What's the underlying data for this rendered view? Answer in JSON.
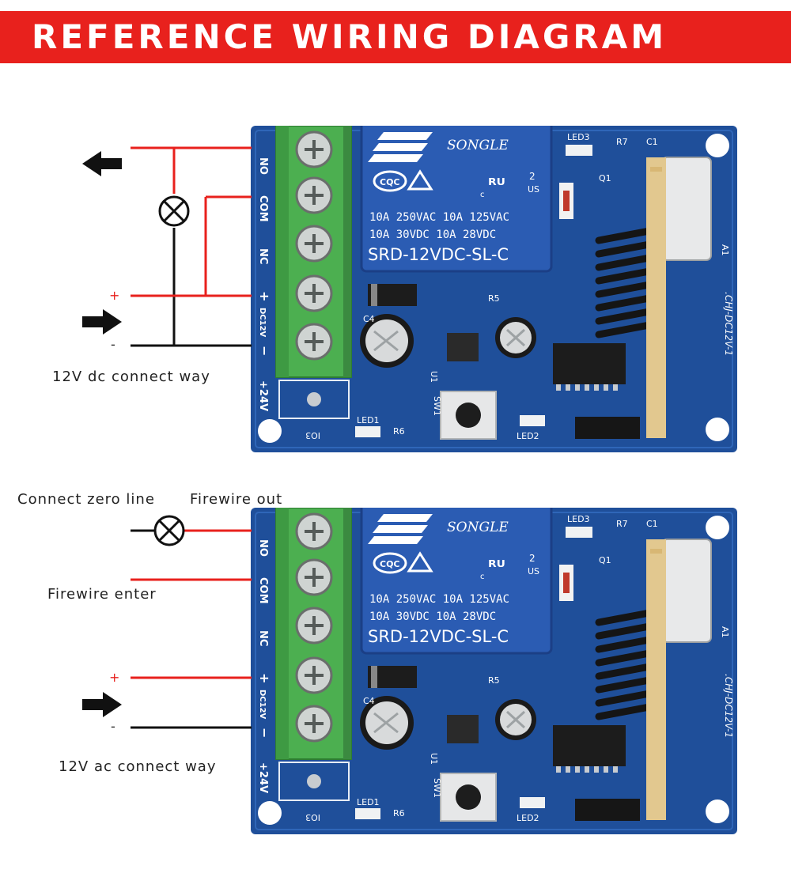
{
  "header": {
    "title": "REFERENCE WIRING DIAGRAM"
  },
  "colors": {
    "banner": "#e8211d",
    "wire_positive": "#e8211d",
    "wire_negative": "#111111",
    "pcb": "#1f4f9a",
    "terminal": "#4caf50",
    "relay": "#2b5cb3"
  },
  "board": {
    "terminals": [
      "NO",
      "COM",
      "NC",
      "+",
      "DC12V",
      "−",
      "+24V"
    ],
    "relay_brand": "SONGLE",
    "relay_cert": "CQC",
    "relay_ratings_1": "10A 250VAC  10A 125VAC",
    "relay_ratings_2": "10A  30VDC  10A  28VDC",
    "relay_model": "SRD-12VDC-SL-C",
    "board_model": ".CHJ-DC12V-1",
    "silk": {
      "led3": "LED3",
      "led2": "LED2",
      "led1": "LED1",
      "sw1": "SW1",
      "r7": "R7",
      "c1": "C1",
      "r5": "R5",
      "r6": "R6",
      "u1": "U1",
      "a1": "A1",
      "q1": "Q1",
      "c4": "C4",
      "io3": "IO3"
    }
  },
  "diagram_dc": {
    "plus": "+",
    "minus": "-",
    "caption": "12V dc connect way"
  },
  "diagram_ac": {
    "zero_line_label": "Connect zero line",
    "firewire_out_label": "Firewire out",
    "firewire_enter_label": "Firewire enter",
    "plus": "+",
    "minus": "-",
    "caption": "12V ac connect way"
  }
}
